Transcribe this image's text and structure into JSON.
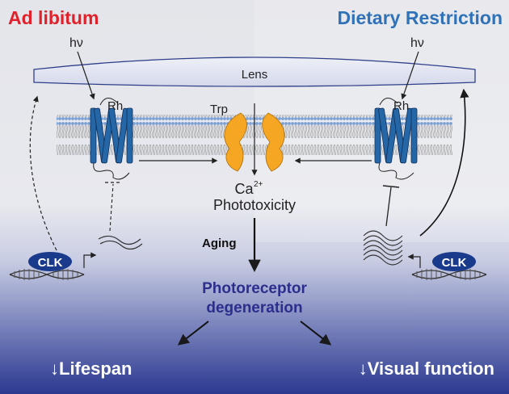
{
  "panels": {
    "left_title": "Ad libitum",
    "right_title": "Dietary Restriction"
  },
  "labels": {
    "lens": "Lens",
    "photon_left": "hν",
    "photon_right": "hν",
    "rh_left": "Rh",
    "rh_right": "Rh",
    "trp": "Trp",
    "calcium": "Ca",
    "calcium_charge": "2+",
    "phototoxicity": "Phototoxicity",
    "aging": "Aging",
    "degeneration_line1": "Photoreceptor",
    "degeneration_line2": "degeneration",
    "clk_left": "CLK",
    "clk_right": "CLK"
  },
  "outcomes": {
    "left": "↓Lifespan",
    "right": "↓Visual function"
  },
  "colors": {
    "left_title": "#e0202a",
    "right_title": "#2f72b8",
    "rhodopsin": "#2466a6",
    "trp_channel": "#f5a623",
    "clk_oval": "#1a3a8c",
    "degeneration_text": "#2c2e8e",
    "gradient_bottom": "#2b3990",
    "background_top": "#e6e7ec"
  }
}
